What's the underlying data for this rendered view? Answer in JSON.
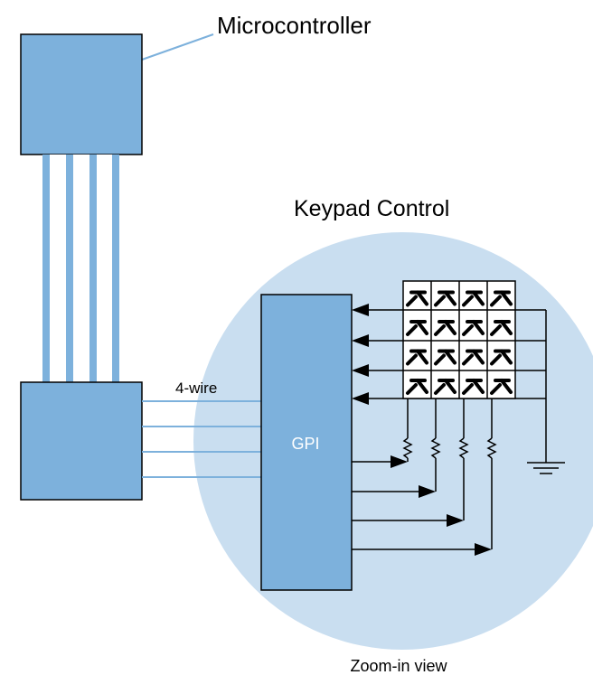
{
  "labels": {
    "microcontroller": "Microcontroller",
    "keypad_control": "Keypad Control",
    "four_wire": "4-wire",
    "gpi": "GPI",
    "zoom_in": "Zoom-in view"
  },
  "keypad": {
    "rows": 4,
    "cols": 4
  },
  "colors": {
    "block_fill": "#7DB1DC",
    "block_stroke": "#000000",
    "zoom_circle": "#C9DEF0",
    "wire": "#7DB1DC",
    "leader_line": "#7DB1DC",
    "circuit": "#000000"
  }
}
